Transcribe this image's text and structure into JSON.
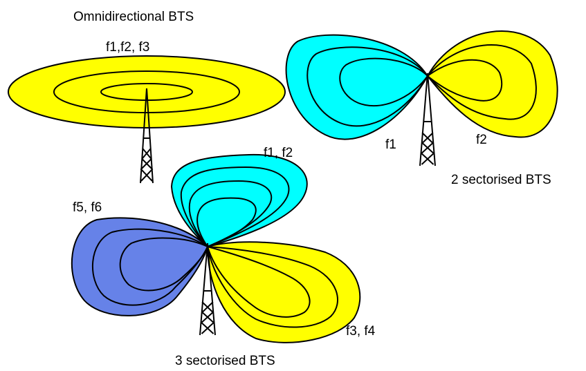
{
  "colors": {
    "yellow": "#ffff00",
    "cyan": "#00ffff",
    "blue": "#6682e8",
    "line": "#000000"
  },
  "omni": {
    "title": "Omnidirectional BTS",
    "freq": "f1,f2, f3"
  },
  "two_sector": {
    "title": "2 sectorised BTS",
    "left_freq": "f1",
    "right_freq": "f2"
  },
  "three_sector": {
    "title": "3 sectorised BTS",
    "top_freq": "f1, f2",
    "left_freq": "f5, f6",
    "right_freq": "f3, f4"
  },
  "icons": [
    "antenna-tower-icon"
  ]
}
